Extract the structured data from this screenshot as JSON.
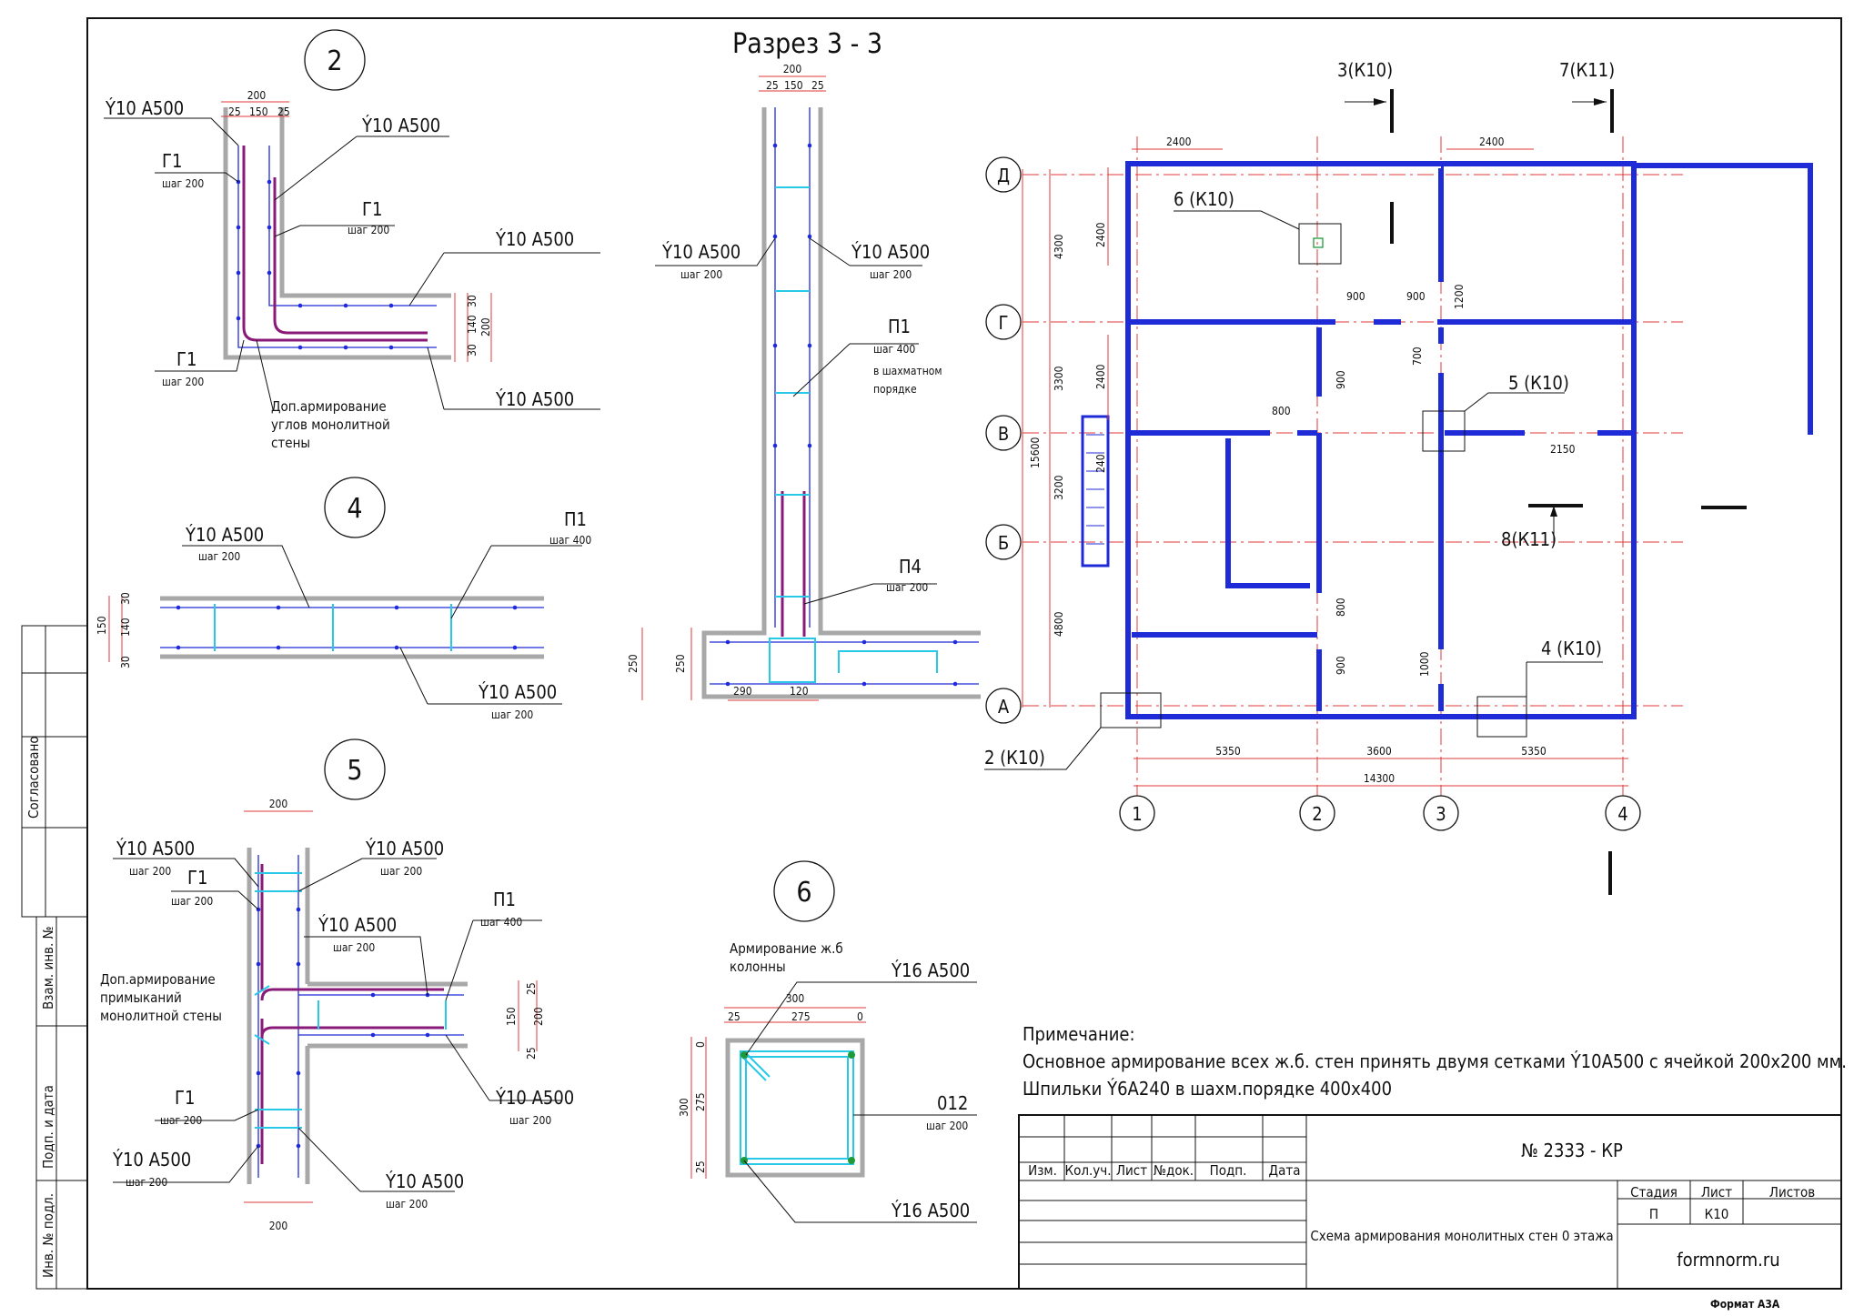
{
  "sheet": {
    "section_title": "Разрез 3 - 3",
    "format": "Формат А3А",
    "side_labels": [
      "Согласовано",
      "Взам. инв. №",
      "Подп. и дата",
      "Инв. № подл."
    ]
  },
  "detail2": {
    "number": "2",
    "labels": [
      "Ý10 A500",
      "Г1",
      "шаг 200",
      "Ý10 A500",
      "Г1",
      "шаг 200",
      "Ý10 A500",
      "Г1",
      "шаг 200",
      "Ý10 A500"
    ],
    "note": [
      "Доп.армирование",
      "углов монолитной",
      "стены"
    ],
    "dims": [
      "200",
      "25",
      "150",
      "25",
      "30",
      "140",
      "30",
      "200"
    ]
  },
  "detail4": {
    "number": "4",
    "labels": [
      "Ý10 A500",
      "шаг 200",
      "П1",
      "шаг 400",
      "Ý10 A500",
      "шаг 200"
    ],
    "dims": [
      "150",
      "30",
      "140",
      "30"
    ]
  },
  "detail5": {
    "number": "5",
    "labels": [
      "Ý10 A500",
      "шаг 200",
      "Г1",
      "шаг 200",
      "Ý10 A500",
      "шаг 200",
      "Ý10 A500",
      "шаг 200",
      "П1",
      "шаг 400",
      "Ý10 A500",
      "шаг 200",
      "Г1",
      "шаг 200",
      "Ý10 A500",
      "шаг 200",
      "Ý10 A500",
      "шаг 200"
    ],
    "note": [
      "Доп.армирование",
      "примыканий",
      "монолитной стены"
    ],
    "dims": [
      "200",
      "25",
      "150",
      "25",
      "200",
      "200"
    ]
  },
  "section33": {
    "labels": [
      "Ý10 A500",
      "шаг 200",
      "Ý10 A500",
      "шаг 200",
      "П1",
      "шаг 400",
      "в шахматном",
      "порядке",
      "П4",
      "шаг 200"
    ],
    "dims": [
      "200",
      "25",
      "150",
      "25",
      "250",
      "250",
      "290",
      "120"
    ]
  },
  "detail6": {
    "number": "6",
    "title": [
      "Армирование ж.б",
      "колонны"
    ],
    "labels": [
      "Ý16 A500",
      "012",
      "шаг 200",
      "Ý16 A500"
    ],
    "dims": [
      "300",
      "25",
      "275",
      "0",
      "0",
      "275",
      "25",
      "300"
    ]
  },
  "plan": {
    "row_axes": [
      "Д",
      "Г",
      "В",
      "Б",
      "А"
    ],
    "col_axes": [
      "1",
      "2",
      "3",
      "4"
    ],
    "markers": [
      "3(К10)",
      "7(К11)",
      "6 (К10)",
      "5 (К10)",
      "8(К11)",
      "4 (К10)",
      "2 (К10)"
    ],
    "dims_bottom": [
      "5350",
      "3600",
      "5350",
      "14300"
    ],
    "dims_left": [
      "15600",
      "4300",
      "3300",
      "3200",
      "4800"
    ],
    "dims_inner": [
      "2400",
      "2400",
      "2400",
      "900",
      "900",
      "1200",
      "700",
      "2400",
      "900",
      "800",
      "240",
      "2150",
      "800",
      "900",
      "1000"
    ]
  },
  "notes": {
    "heading": "Примечание:",
    "lines": [
      "Основное армирование всех ж.б. стен принять двумя сетками Ý10A500 с ячейкой 200x200 мм.",
      "Шпильки Ý6A240 в шахм.порядке 400x400"
    ]
  },
  "title_block": {
    "doc_number": "№ 2333 - КР",
    "cols": [
      "Изм.",
      "Кол.уч.",
      "Лист",
      "№док.",
      "Подп.",
      "Дата"
    ],
    "stage_headers": [
      "Стадия",
      "Лист",
      "Листов"
    ],
    "stage_values": [
      "П",
      "К10",
      ""
    ],
    "description": "Схема армирования монолитных стен 0 этажа",
    "org": "formnorm.ru"
  }
}
